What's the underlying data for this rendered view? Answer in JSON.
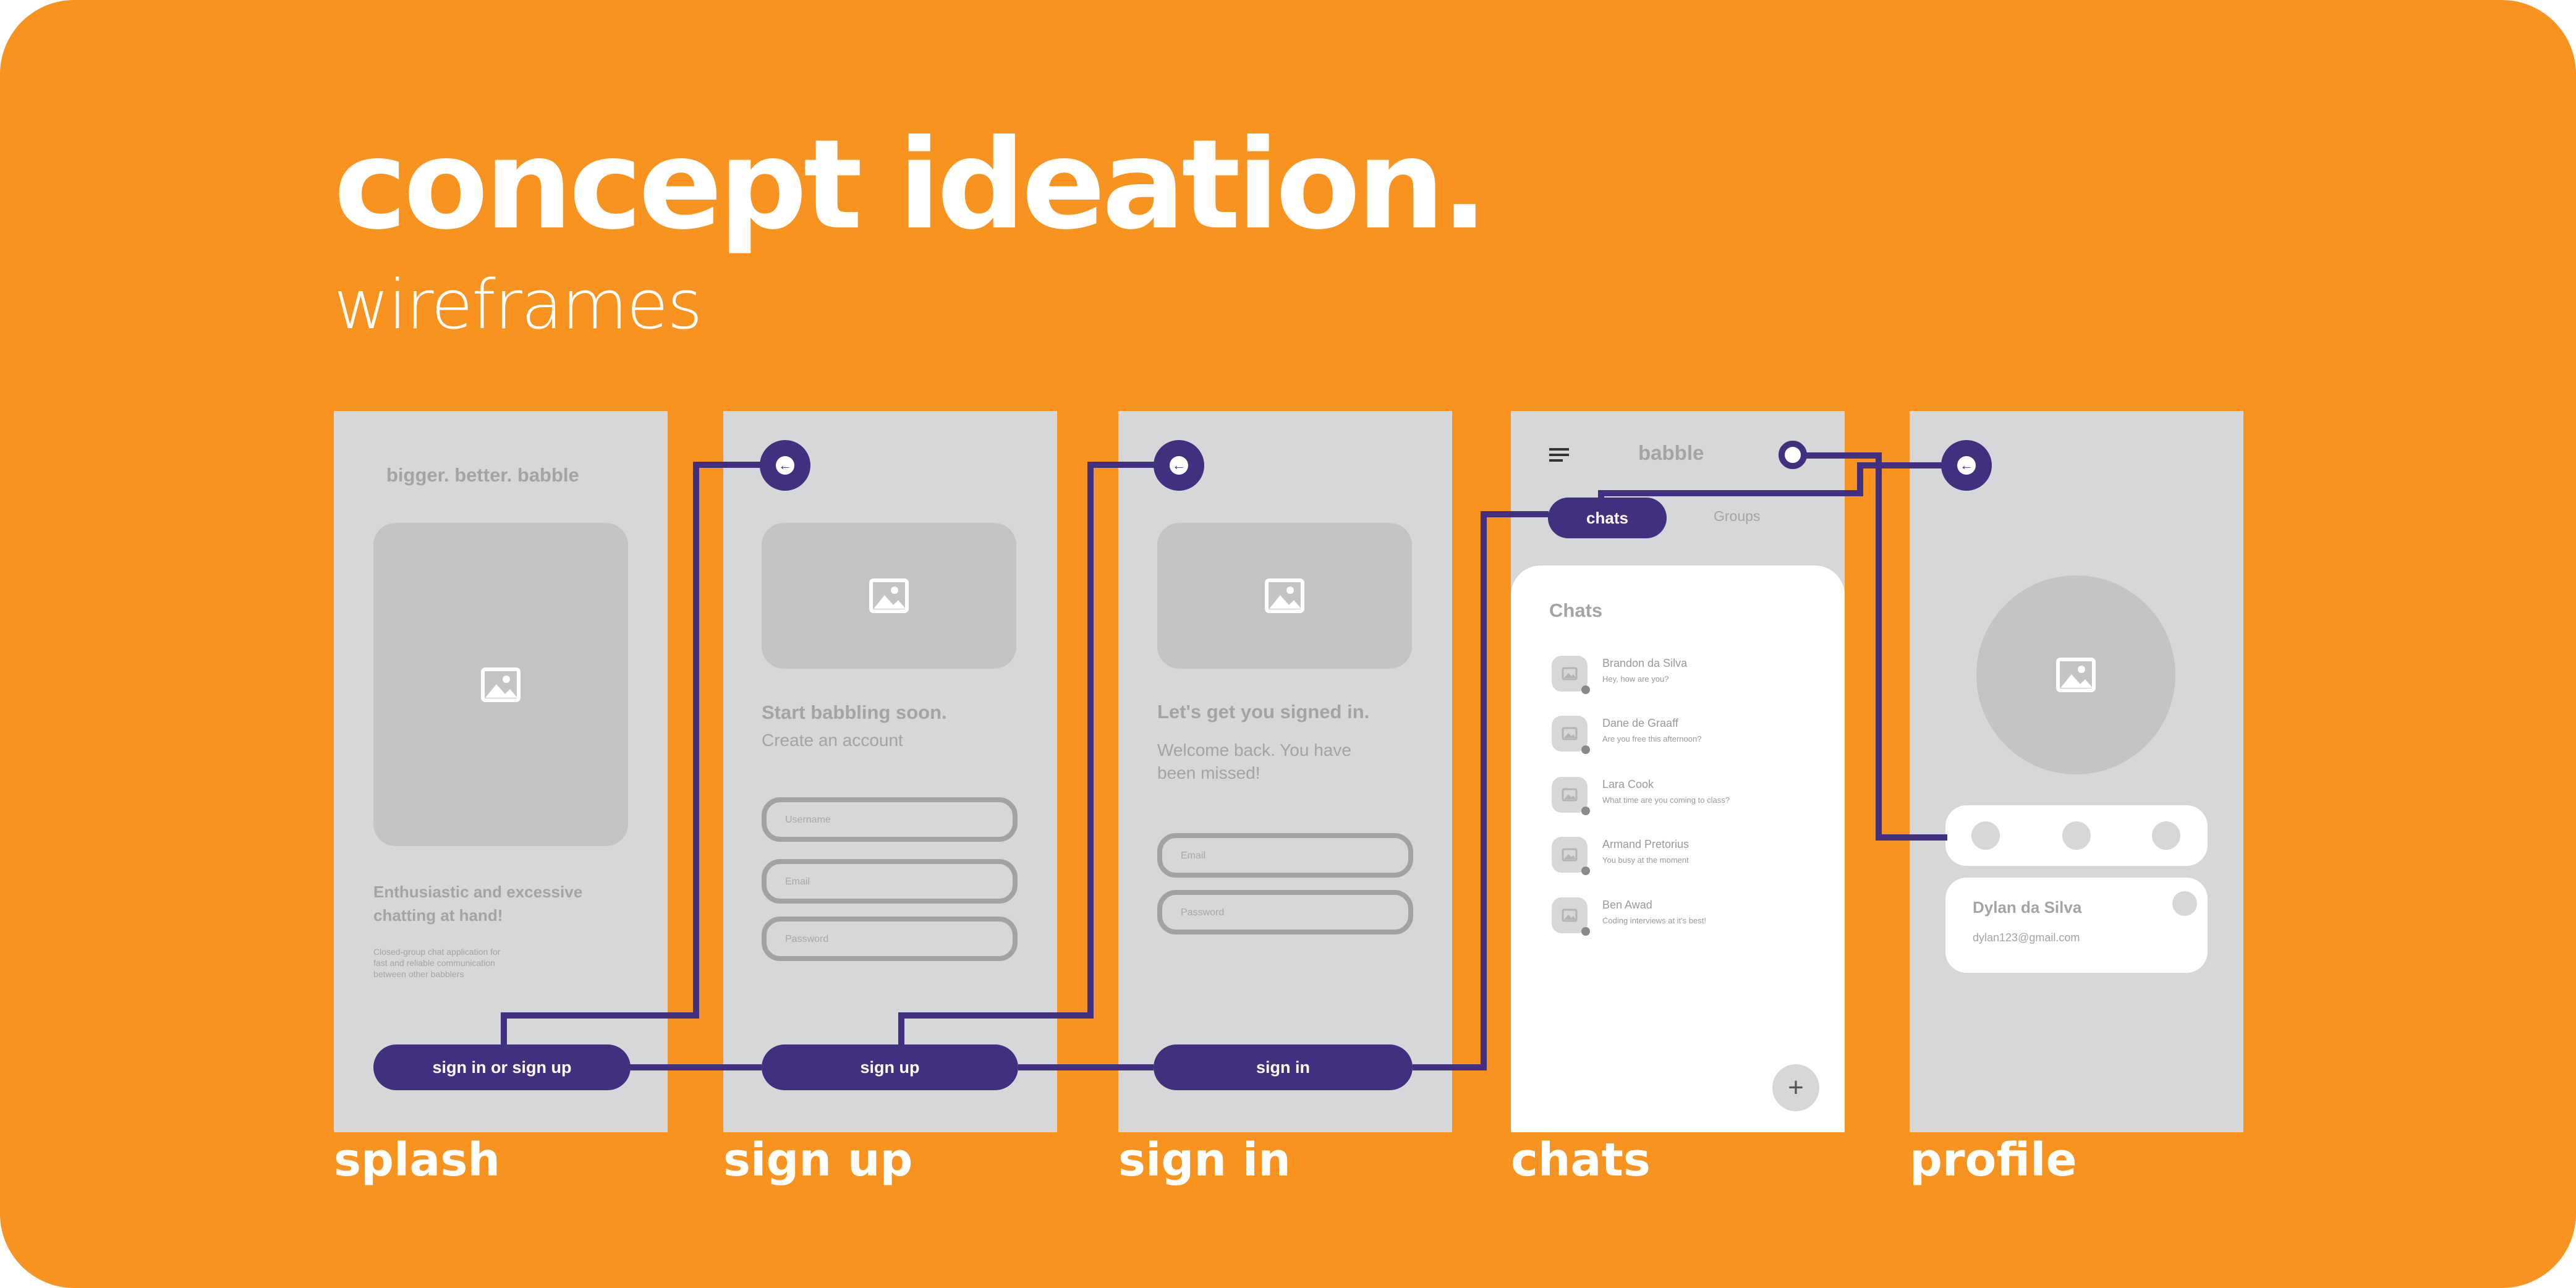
{
  "title": "concept ideation.",
  "subtitle": "wireframes",
  "colors": {
    "background": "#F7931E",
    "screen": "#D6D7D8",
    "accent": "#41307F",
    "placeholder": "#C4C4C4"
  },
  "screens": {
    "splash": {
      "label": "splash",
      "tagline": "bigger. better. babble",
      "heading_line1": "Enthusiastic and excessive",
      "heading_line2": "chatting at hand!",
      "desc_line1": "Closed-group chat application for",
      "desc_line2": "fast and reliable communication",
      "desc_line3": "between other babblers",
      "button": "sign in or sign up"
    },
    "signup": {
      "label": "sign up",
      "heading": "Start babbling soon.",
      "subheading": "Create an account",
      "fields": [
        "Username",
        "Email",
        "Password"
      ],
      "button": "sign up"
    },
    "signin": {
      "label": "sign in",
      "heading": "Let's get you signed in.",
      "sub_line1": "Welcome back. You have",
      "sub_line2": "been missed!",
      "fields": [
        "Email",
        "Password"
      ],
      "button": "sign in"
    },
    "chats": {
      "label": "chats",
      "app_title": "babble",
      "tabs": [
        "chats",
        "Groups"
      ],
      "list_title": "Chats",
      "items": [
        {
          "name": "Brandon da Silva",
          "message": "Hey, how are you?"
        },
        {
          "name": "Dane de Graaff",
          "message": "Are you free this afternoon?"
        },
        {
          "name": "Lara Cook",
          "message": "What time are you coming to class?"
        },
        {
          "name": "Armand Pretorius",
          "message": "You busy at the moment"
        },
        {
          "name": "Ben Awad",
          "message": "Coding interviews at it's best!"
        }
      ],
      "fab": "+"
    },
    "profile": {
      "label": "profile",
      "name": "Dylan da Silva",
      "email": "dylan123@gmail.com"
    }
  }
}
